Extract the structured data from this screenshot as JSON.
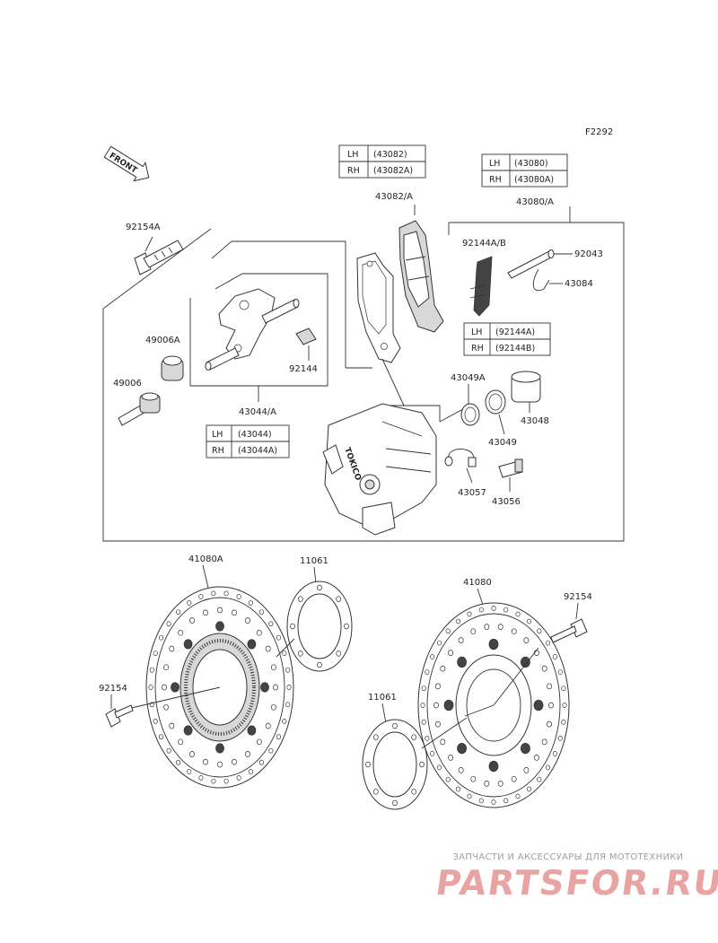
{
  "figure_code": "F2292",
  "front_label": "FRONT",
  "part_numbers": {
    "p43082A": "43082/A",
    "p43080A": "43080/A",
    "p92154A": "92154A",
    "p92144AB": "92144A/B",
    "p92043": "92043",
    "p43084": "43084",
    "p49006A": "49006A",
    "p49006": "49006",
    "p92144": "92144",
    "p43044A": "43044/A",
    "p43049A": "43049A",
    "p43049": "43049",
    "p43048": "43048",
    "p43057": "43057",
    "p43056": "43056",
    "p41080A": "41080A",
    "p11061a": "11061",
    "p41080": "41080",
    "p92154r": "92154",
    "p92154l": "92154",
    "p11061b": "11061"
  },
  "tables": {
    "pads": [
      {
        "side": "LH",
        "part": "(43082)"
      },
      {
        "side": "RH",
        "part": "(43082A)"
      }
    ],
    "pad_set": [
      {
        "side": "LH",
        "part": "(43080)"
      },
      {
        "side": "RH",
        "part": "(43080A)"
      }
    ],
    "spring": [
      {
        "side": "LH",
        "part": "(92144A)"
      },
      {
        "side": "RH",
        "part": "(92144B)"
      }
    ],
    "holder": [
      {
        "side": "LH",
        "part": "(43044)"
      },
      {
        "side": "RH",
        "part": "(43044A)"
      }
    ]
  },
  "caliper_brand": "TOKICO",
  "watermark": {
    "tagline": "ЗАПЧАСТИ И АКСЕССУАРЫ ДЛЯ МОТОТЕХНИКИ",
    "brand": "PARTSFOR.RU"
  }
}
